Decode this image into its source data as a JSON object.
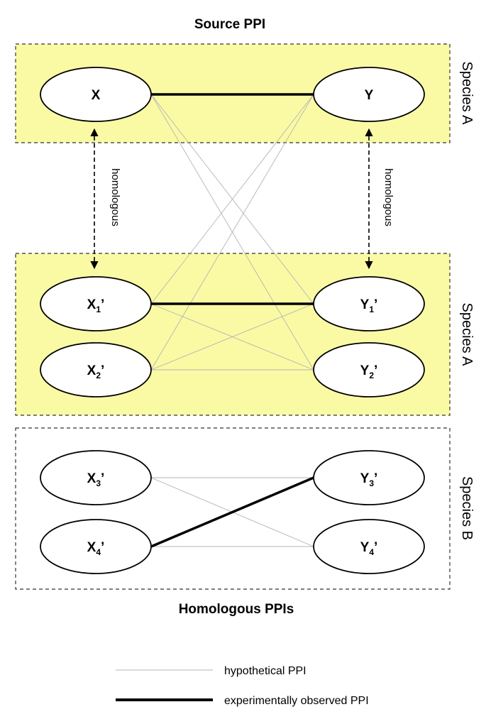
{
  "titles": {
    "source": "Source PPI",
    "homologous": "Homologous PPIs"
  },
  "panels": {
    "source": {
      "species": "Species A",
      "fill": "#fafaa5"
    },
    "homolog_a": {
      "species": "Species A",
      "fill": "#fafaa5"
    },
    "homolog_b": {
      "species": "Species B",
      "fill": "#ffffff"
    }
  },
  "nodes": {
    "x": {
      "base": "X",
      "sub": "",
      "prime": ""
    },
    "y": {
      "base": "Y",
      "sub": "",
      "prime": ""
    },
    "x1": {
      "base": "X",
      "sub": "1",
      "prime": "’"
    },
    "x2": {
      "base": "X",
      "sub": "2",
      "prime": "’"
    },
    "y1": {
      "base": "Y",
      "sub": "1",
      "prime": "’"
    },
    "y2": {
      "base": "Y",
      "sub": "2",
      "prime": "’"
    },
    "x3": {
      "base": "X",
      "sub": "3",
      "prime": "’"
    },
    "x4": {
      "base": "X",
      "sub": "4",
      "prime": "’"
    },
    "y3": {
      "base": "Y",
      "sub": "3",
      "prime": "’"
    },
    "y4": {
      "base": "Y",
      "sub": "4",
      "prime": "’"
    }
  },
  "homology_label": "homologous",
  "edges": {
    "observed": [
      [
        "x",
        "y"
      ],
      [
        "x1",
        "y1"
      ],
      [
        "x4",
        "y3"
      ]
    ],
    "hypothetical": [
      [
        "x",
        "y1"
      ],
      [
        "x",
        "y2"
      ],
      [
        "y",
        "x1"
      ],
      [
        "y",
        "x2"
      ],
      [
        "x1",
        "y2"
      ],
      [
        "x2",
        "y1"
      ],
      [
        "x2",
        "y2"
      ],
      [
        "x3",
        "y3"
      ],
      [
        "x3",
        "y4"
      ],
      [
        "x4",
        "y4"
      ]
    ]
  },
  "legend": {
    "hypothetical": "hypothetical PPI",
    "observed": "experimentally observed PPI"
  },
  "colors": {
    "observed_line": "#000000",
    "hypothetical_line": "#b4b4b4",
    "border": "#333333"
  }
}
